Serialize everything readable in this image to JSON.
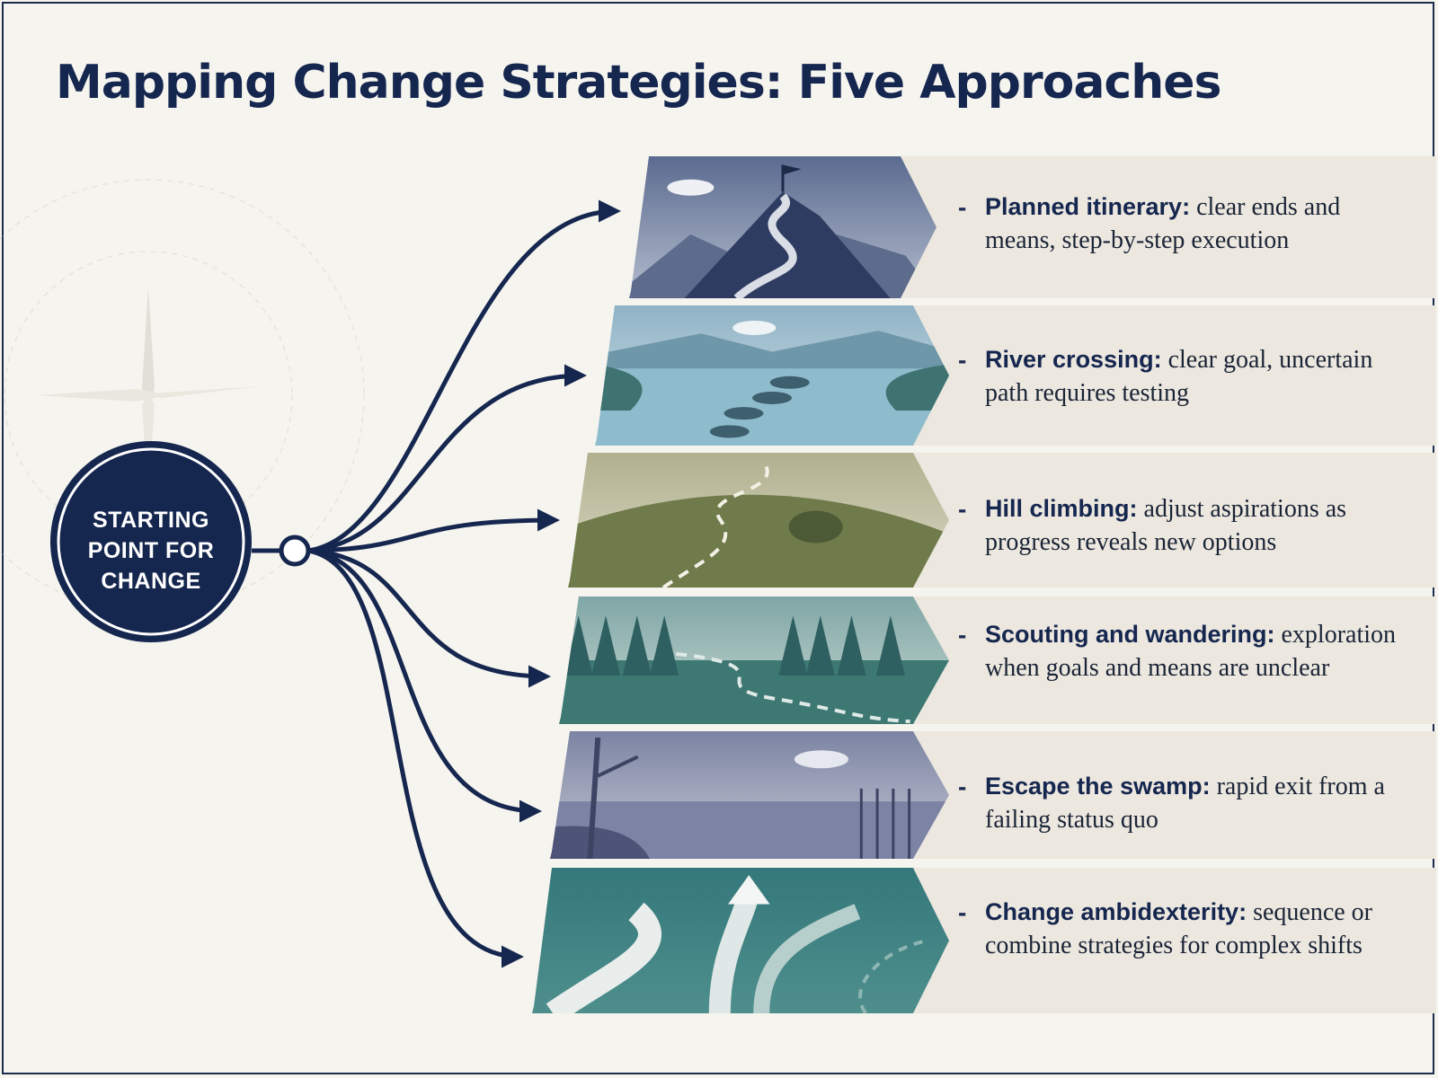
{
  "title": "Mapping Change Strategies: Five Approaches",
  "start_node": {
    "label": "STARTING POINT FOR CHANGE"
  },
  "approaches": [
    {
      "name": "Planned itinerary:",
      "desc": "clear ends and means, step-by-step execution",
      "scene": "mountain-summit-illustration"
    },
    {
      "name": "River crossing:",
      "desc": "clear goal, uncertain path requires testing",
      "scene": "river-stepping-stones-illustration"
    },
    {
      "name": "Hill climbing:",
      "desc": "adjust aspirations as progress reveals new options",
      "scene": "hill-path-illustration"
    },
    {
      "name": "Scouting and wandering:",
      "desc": "exploration when goals and means are unclear",
      "scene": "forest-trail-illustration"
    },
    {
      "name": "Escape the swamp:",
      "desc": "rapid exit from a failing status quo",
      "scene": "swamp-illustration"
    },
    {
      "name": "Change ambidexterity:",
      "desc": "sequence or combine strategies for complex shifts",
      "scene": "branching-roads-illustration"
    }
  ],
  "colors": {
    "navy": "#15264f",
    "background": "#f6f4ee",
    "band": "#ece7df",
    "mountain_sky": "#7f8fb0",
    "river_water": "#78a3b8",
    "hill_green": "#7d8a58",
    "forest_green": "#3f7a79",
    "swamp_slate": "#676f92",
    "ambidexterity_teal": "#2e6e75"
  }
}
